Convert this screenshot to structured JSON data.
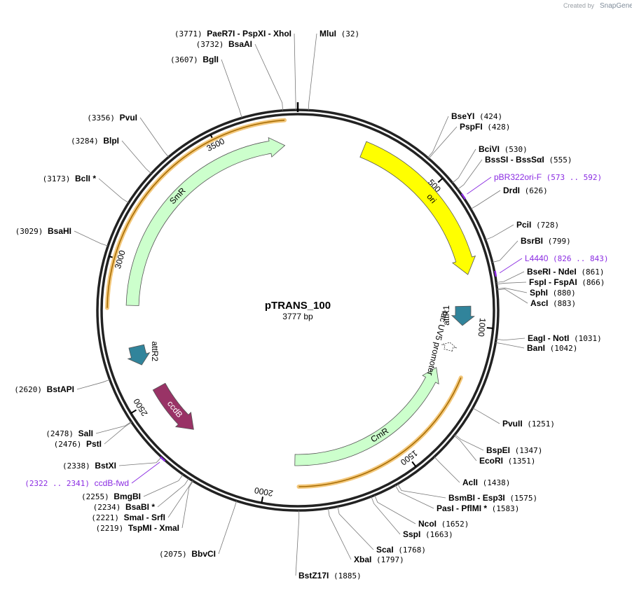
{
  "brand": {
    "created_by": "Created by",
    "name": "SnapGene"
  },
  "plasmid": {
    "name": "pTRANS_100",
    "size_label": "3777 bp",
    "length": 3777
  },
  "ticks": [
    {
      "pos": 500,
      "label": "500"
    },
    {
      "pos": 1000,
      "label": "1000"
    },
    {
      "pos": 1500,
      "label": "1500"
    },
    {
      "pos": 2000,
      "label": "2000"
    },
    {
      "pos": 2500,
      "label": "2500"
    },
    {
      "pos": 3000,
      "label": "3000"
    },
    {
      "pos": 3500,
      "label": "3500"
    }
  ],
  "features": [
    {
      "name": "ori",
      "start": 232,
      "end": 820,
      "strand": 1,
      "color": "#ffff00",
      "text_color": "#000000"
    },
    {
      "name": "SmR",
      "start": 2850,
      "end": 3730,
      "strand": 1,
      "color": "#ccffcc",
      "text_color": "#000000"
    },
    {
      "name": "CmR",
      "start": 1180,
      "end": 1900,
      "strand": -1,
      "color": "#ccffcc",
      "text_color": "#000000"
    },
    {
      "name": "attR1",
      "start": 930,
      "end": 1000,
      "strand": 1,
      "color": "#31849b",
      "text_color": "#000000"
    },
    {
      "name": "attR2",
      "start": 2630,
      "end": 2700,
      "strand": -1,
      "color": "#31849b",
      "text_color": "#000000"
    },
    {
      "name": "ccdB",
      "start": 2320,
      "end": 2530,
      "strand": -1,
      "color": "#993366",
      "text_color": "#ffffff"
    },
    {
      "name": "lac UV5 promoter",
      "start": 1070,
      "end": 1100,
      "strand": -1,
      "color": "#ffffff",
      "text_color": "#000000"
    }
  ],
  "sites": [
    {
      "side": "right",
      "label": [
        {
          "name": "MluI"
        }
      ],
      "pos_label": "(32)"
    },
    {
      "side": "right",
      "label": [
        {
          "name": "BseYI"
        }
      ],
      "pos_label": "(424)"
    },
    {
      "side": "right",
      "label": [
        {
          "name": "PspFI"
        }
      ],
      "pos_label": "(428)"
    },
    {
      "side": "right",
      "label": [
        {
          "name": "BciVI"
        }
      ],
      "pos_label": "(530)"
    },
    {
      "side": "right",
      "label": [
        {
          "name": "BssSI"
        },
        {
          "name": "BssSαI"
        }
      ],
      "pos_label": "(555)"
    },
    {
      "side": "right",
      "label": [
        {
          "name": "DrdI"
        }
      ],
      "pos_label": "(626)"
    },
    {
      "side": "right",
      "label": [
        {
          "name": "PciI"
        }
      ],
      "pos_label": "(728)"
    },
    {
      "side": "right",
      "label": [
        {
          "name": "BsrBI"
        }
      ],
      "pos_label": "(799)"
    },
    {
      "side": "right",
      "label": [
        {
          "name": "BseRI"
        },
        {
          "name": "NdeI"
        }
      ],
      "pos_label": "(861)"
    },
    {
      "side": "right",
      "label": [
        {
          "name": "FspI"
        },
        {
          "name": "FspAI"
        }
      ],
      "pos_label": "(866)"
    },
    {
      "side": "right",
      "label": [
        {
          "name": "SphI"
        }
      ],
      "pos_label": "(880)"
    },
    {
      "side": "right",
      "label": [
        {
          "name": "AscI"
        }
      ],
      "pos_label": "(883)"
    },
    {
      "side": "right",
      "label": [
        {
          "name": "EagI"
        },
        {
          "name": "NotI"
        }
      ],
      "pos_label": "(1031)"
    },
    {
      "side": "right",
      "label": [
        {
          "name": "BanI"
        }
      ],
      "pos_label": "(1042)"
    },
    {
      "side": "right",
      "label": [
        {
          "name": "PvuII"
        }
      ],
      "pos_label": "(1251)"
    },
    {
      "side": "right",
      "label": [
        {
          "name": "BspEI"
        }
      ],
      "pos_label": "(1347)"
    },
    {
      "side": "right",
      "label": [
        {
          "name": "EcoRI"
        }
      ],
      "pos_label": "(1351)"
    },
    {
      "side": "right",
      "label": [
        {
          "name": "AclI"
        }
      ],
      "pos_label": "(1438)"
    },
    {
      "side": "right",
      "label": [
        {
          "name": "BsmBI"
        },
        {
          "name": "Esp3I"
        }
      ],
      "pos_label": "(1575)"
    },
    {
      "side": "right",
      "label": [
        {
          "name": "PasI"
        },
        {
          "name": "PflMI *"
        }
      ],
      "pos_label": "(1583)"
    },
    {
      "side": "right",
      "label": [
        {
          "name": "NcoI"
        }
      ],
      "pos_label": "(1652)"
    },
    {
      "side": "right",
      "label": [
        {
          "name": "SspI"
        }
      ],
      "pos_label": "(1663)"
    },
    {
      "side": "right",
      "label": [
        {
          "name": "ScaI"
        }
      ],
      "pos_label": "(1768)"
    },
    {
      "side": "right",
      "label": [
        {
          "name": "XbaI"
        }
      ],
      "pos_label": "(1797)"
    },
    {
      "side": "right",
      "label": [
        {
          "name": "BstZ17I"
        }
      ],
      "pos_label": "(1885)"
    },
    {
      "side": "left",
      "label": [
        {
          "name": "BbvCI"
        }
      ],
      "pos_label": "(2075)"
    },
    {
      "side": "left",
      "label": [
        {
          "name": "TspMI"
        },
        {
          "name": "XmaI"
        }
      ],
      "pos_label": "(2219)"
    },
    {
      "side": "left",
      "label": [
        {
          "name": "SmaI"
        },
        {
          "name": "SrfI"
        }
      ],
      "pos_label": "(2221)"
    },
    {
      "side": "left",
      "label": [
        {
          "name": "BsaBI *"
        }
      ],
      "pos_label": "(2234)"
    },
    {
      "side": "left",
      "label": [
        {
          "name": "BmgBI"
        }
      ],
      "pos_label": "(2255)"
    },
    {
      "side": "left",
      "label": [
        {
          "name": "BstXI"
        }
      ],
      "pos_label": "(2338)"
    },
    {
      "side": "left",
      "label": [
        {
          "name": "PstI"
        }
      ],
      "pos_label": "(2476)"
    },
    {
      "side": "left",
      "label": [
        {
          "name": "SalI"
        }
      ],
      "pos_label": "(2478)"
    },
    {
      "side": "left",
      "label": [
        {
          "name": "BstAPI"
        }
      ],
      "pos_label": "(2620)"
    },
    {
      "side": "left",
      "label": [
        {
          "name": "BsaHI"
        }
      ],
      "pos_label": "(3029)"
    },
    {
      "side": "left",
      "label": [
        {
          "name": "BclI *"
        }
      ],
      "pos_label": "(3173)"
    },
    {
      "side": "left",
      "label": [
        {
          "name": "BlpI"
        }
      ],
      "pos_label": "(3284)"
    },
    {
      "side": "left",
      "label": [
        {
          "name": "PvuI"
        }
      ],
      "pos_label": "(3356)"
    },
    {
      "side": "left",
      "label": [
        {
          "name": "BglI"
        }
      ],
      "pos_label": "(3607)"
    },
    {
      "side": "left",
      "label": [
        {
          "name": "BsaAI"
        }
      ],
      "pos_label": "(3732)"
    },
    {
      "side": "left",
      "label": [
        {
          "name": "PaeR7I"
        },
        {
          "name": "PspXI"
        },
        {
          "name": "XhoI"
        }
      ],
      "pos_label": "(3771)"
    }
  ],
  "primers": [
    {
      "name": "pBR322ori-F",
      "pos_label": "(573 .. 592)",
      "side": "right"
    },
    {
      "name": "L4440",
      "pos_label": "(826 .. 843)",
      "side": "right"
    },
    {
      "name": "ccdB-fwd",
      "pos_label": "(2322 .. 2341)",
      "side": "left"
    }
  ]
}
